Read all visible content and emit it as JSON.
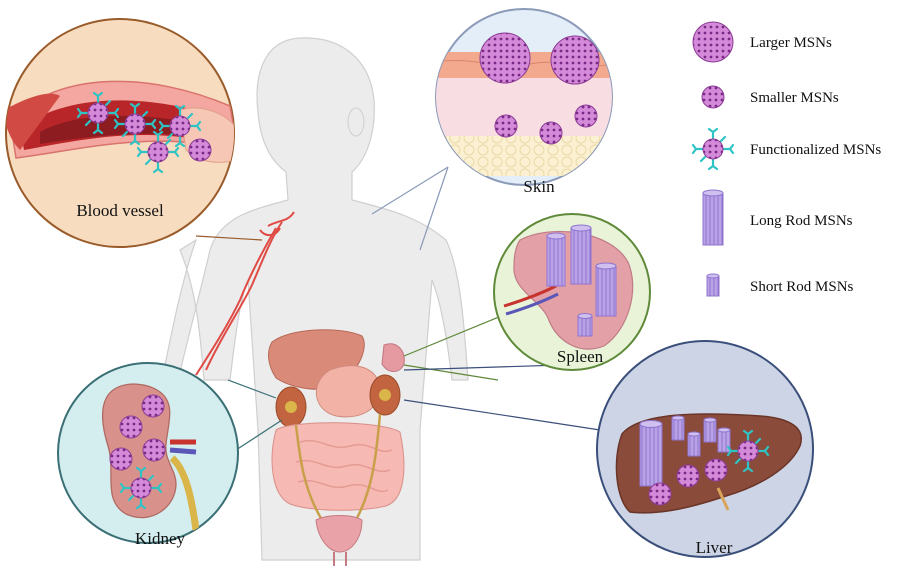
{
  "organs": {
    "blood_vessel": "Blood vessel",
    "skin": "Skin",
    "spleen": "Spleen",
    "kidney": "Kidney",
    "liver": "Liver"
  },
  "legend": {
    "larger": "Larger MSNs",
    "smaller": "Smaller MSNs",
    "functionalized": "Functionalized MSNs",
    "long_rod": "Long Rod MSNs",
    "short_rod": "Short Rod MSNs"
  },
  "colors": {
    "msn_purple": "#c77bd0",
    "msn_dot": "#7a2a86",
    "ligand_cyan": "#2ec4c6",
    "rod_lavender": "#b9a3e6",
    "body_gray": "#ececec",
    "vessel_ring": "#9a5b2a",
    "skin_ring": "#8a9ab8",
    "spleen_ring": "#5f8a3a",
    "kidney_ring": "#3a6f75",
    "liver_ring": "#3a4f7a"
  }
}
